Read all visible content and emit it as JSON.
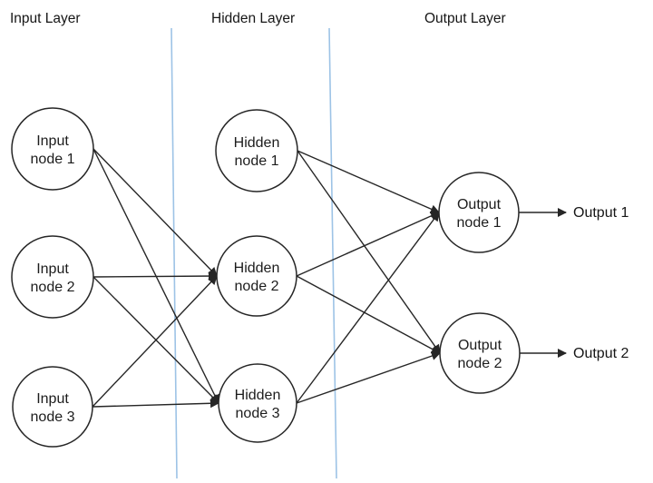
{
  "diagram": {
    "layers": [
      {
        "label": "Input Layer"
      },
      {
        "label": "Hidden Layer"
      },
      {
        "label": "Output Layer"
      }
    ],
    "nodes": [
      {
        "id": "input-node-1",
        "line1": "Input",
        "line2": "node 1"
      },
      {
        "id": "input-node-2",
        "line1": "Input",
        "line2": "node 2"
      },
      {
        "id": "input-node-3",
        "line1": "Input",
        "line2": "node 3"
      },
      {
        "id": "hidden-node-1",
        "line1": "Hidden",
        "line2": "node 1"
      },
      {
        "id": "hidden-node-2",
        "line1": "Hidden",
        "line2": "node 2"
      },
      {
        "id": "hidden-node-3",
        "line1": "Hidden",
        "line2": "node 3"
      },
      {
        "id": "output-node-1",
        "line1": "Output",
        "line2": "node 1"
      },
      {
        "id": "output-node-2",
        "line1": "Output",
        "line2": "node 2"
      }
    ],
    "output_labels": [
      {
        "label": "Output 1"
      },
      {
        "label": "Output 2"
      }
    ],
    "edges": [
      {
        "from": "input-node-1",
        "to": "hidden-node-2"
      },
      {
        "from": "input-node-1",
        "to": "hidden-node-3"
      },
      {
        "from": "input-node-2",
        "to": "hidden-node-2"
      },
      {
        "from": "input-node-2",
        "to": "hidden-node-3"
      },
      {
        "from": "input-node-3",
        "to": "hidden-node-2"
      },
      {
        "from": "input-node-3",
        "to": "hidden-node-3"
      },
      {
        "from": "hidden-node-1",
        "to": "output-node-1"
      },
      {
        "from": "hidden-node-1",
        "to": "output-node-2"
      },
      {
        "from": "hidden-node-2",
        "to": "output-node-1"
      },
      {
        "from": "hidden-node-2",
        "to": "output-node-2"
      },
      {
        "from": "hidden-node-3",
        "to": "output-node-1"
      },
      {
        "from": "hidden-node-3",
        "to": "output-node-2"
      },
      {
        "from": "output-node-1",
        "to": "Output 1"
      },
      {
        "from": "output-node-2",
        "to": "Output 2"
      }
    ],
    "colors": {
      "divider_blue": "#9dc3e6",
      "line_black": "#262626"
    }
  }
}
